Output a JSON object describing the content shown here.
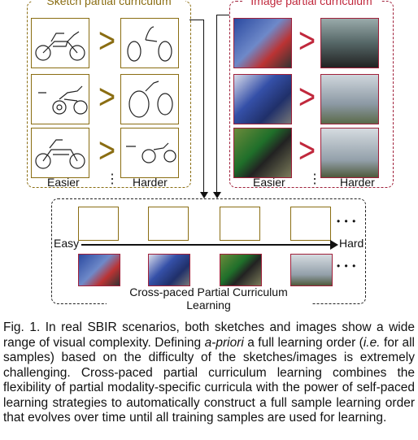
{
  "figure": {
    "sketch_panel_title": "Sketch partial curriculum",
    "image_panel_title": "Image partial curriculum",
    "easier_label": "Easier",
    "harder_label": "Harder",
    "ellipsis": "⋮",
    "bottom": {
      "easy_label": "Easy",
      "hard_label": "Hard",
      "row_dots": "• • •",
      "title": "Cross-paced Partial Curriculum Learning"
    }
  },
  "caption": {
    "part1": "Fig. 1. In real SBIR scenarios, both sketches and images show a wide range of visual complexity. Defining ",
    "em1": "a-priori",
    "part2": " a full learning order (",
    "em2": "i.e.",
    "part3": " for all samples) based on the difficulty of the sketches/images is extremely challenging. Cross-paced partial curriculum learning combines the flexibility of partial modality-specific curricula with the power of self-paced learning strategies to automatically construct a full sample learning order that evolves over time until all training samples are used for learning."
  },
  "colors": {
    "sketch_accent": "#8a6d12",
    "image_accent": "#a0203a",
    "text": "#111111"
  }
}
